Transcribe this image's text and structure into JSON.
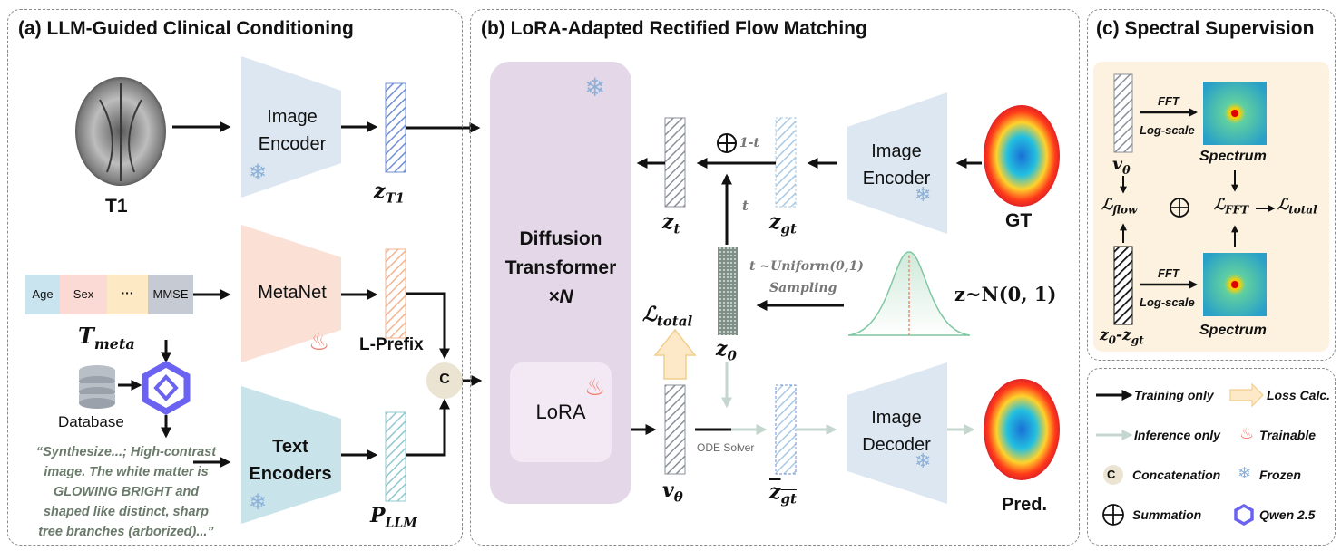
{
  "panels": {
    "a": "(a) LLM-Guided Clinical Conditioning",
    "b": "(b) LoRA-Adapted Rectified Flow Matching",
    "c": "(c) Spectral Supervision"
  },
  "a": {
    "t1": "T1",
    "image_encoder": [
      "Image",
      "Encoder"
    ],
    "z_t1": "z",
    "z_t1_sub": "T1",
    "meta": [
      "Age",
      "Sex",
      "···",
      "MMSE"
    ],
    "t_meta": "T",
    "t_meta_sub": "meta",
    "metanet": "MetaNet",
    "l_prefix": "L-Prefix",
    "database": "Database",
    "text_encoders": [
      "Text",
      "Encoders"
    ],
    "p_llm": "P",
    "p_llm_sub": "LLM",
    "concat": "C",
    "prompt": [
      "“Synthesize...; High-contrast",
      "image. The white matter is",
      "GLOWING BRIGHT and",
      "shaped like distinct, sharp",
      "tree branches (arborized)...”"
    ]
  },
  "b": {
    "dit": [
      "Diffusion",
      "Transformer",
      "×N"
    ],
    "lora": "LoRA",
    "z_t": "z",
    "z_t_sub": "t",
    "z_gt": "z",
    "z_gt_sub": "gt",
    "one_minus_t": "1-t",
    "t": "t",
    "image_encoder": [
      "Image",
      "Encoder"
    ],
    "gt": "GT",
    "t_uniform": "t ~Uniform(0,1)",
    "sampling": "Sampling",
    "noise": "z~N(0, 1)",
    "z0": "z",
    "z0_sub": "0",
    "l_total": "ℒ",
    "l_total_sub": "total",
    "v_theta": "v",
    "v_theta_sub": "θ",
    "ode": "ODE Solver",
    "z_hat": "z",
    "z_hat_sub": "gt",
    "image_decoder": [
      "Image",
      "Decoder"
    ],
    "pred": "Pred."
  },
  "c": {
    "fft": "FFT",
    "log": "Log-scale",
    "spectrum": "Spectrum",
    "v_theta": "v",
    "v_theta_sub": "θ",
    "l_flow": "ℒ",
    "l_flow_sub": "flow",
    "l_fft": "ℒ",
    "l_fft_sub": "FFT",
    "l_total": "ℒ",
    "l_total_sub": "total",
    "z_diff": "z",
    "z_diff_sub1": "0",
    "z_diff_mid": "-z",
    "z_diff_sub2": "gt"
  },
  "legend": {
    "training": "Training only",
    "loss": "Loss Calc.",
    "inference": "Inference only",
    "trainable": "Trainable",
    "concat": "Concatenation",
    "frozen": "Frozen",
    "summation": "Summation",
    "qwen": "Qwen 2.5",
    "c": "C"
  },
  "colors": {
    "encoder": "#dce7f1",
    "metanet": "#fbe0d6",
    "text_enc": "#c8e4ea",
    "dit": "#e4d8e8",
    "lora": "#f3e9f4",
    "spectral_bg": "#fcf2df",
    "inference": "#c5d6cf",
    "loss": "#fde9c7"
  }
}
